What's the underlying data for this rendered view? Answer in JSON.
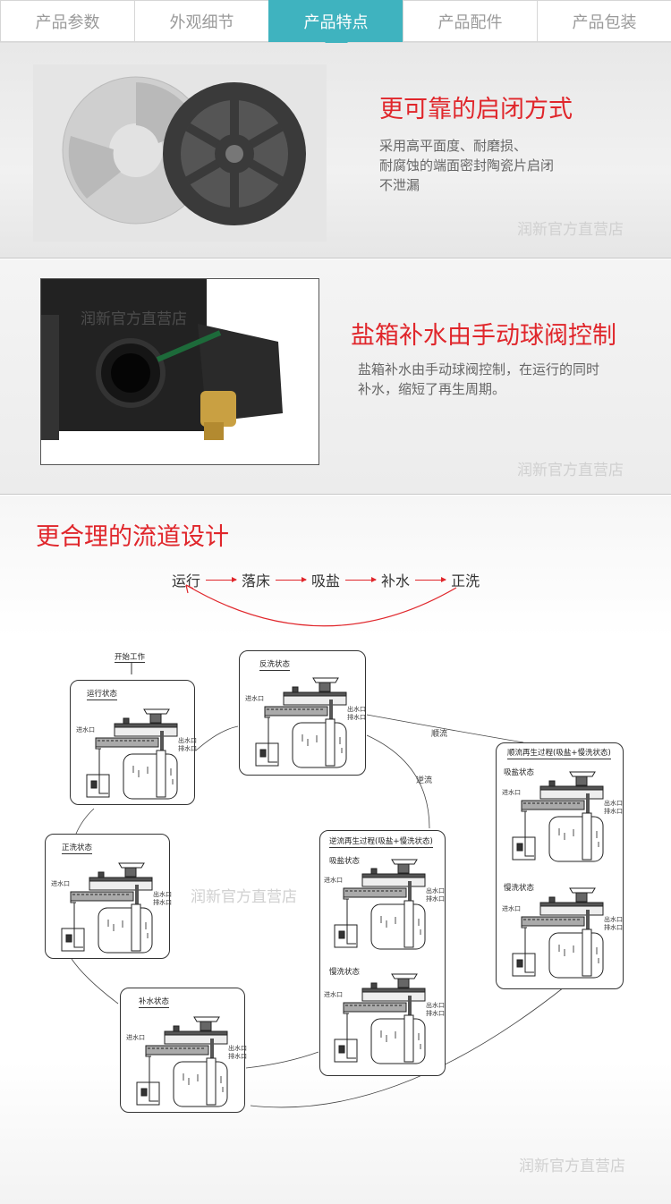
{
  "tabs": [
    "产品参数",
    "外观细节",
    "产品特点",
    "产品配件",
    "产品包装"
  ],
  "active_tab": 2,
  "watermark": "润新官方直营店",
  "section1": {
    "title": "更可靠的启闭方式",
    "lines": [
      "采用高平面度、耐磨损、",
      "耐腐蚀的端面密封陶瓷片启闭",
      "不泄漏"
    ]
  },
  "section2": {
    "title": "盐箱补水由手动球阀控制",
    "lines": [
      "盐箱补水由手动球阀控制，在运行的同时",
      "补水，缩短了再生周期。"
    ]
  },
  "section3": {
    "title": "更合理的流道设计",
    "flow": [
      "运行",
      "落床",
      "吸盐",
      "补水",
      "正洗"
    ],
    "start": "开始工作",
    "panels": {
      "run": "运行状态",
      "backwash": "反洗状态",
      "rinse": "正洗状态",
      "refill": "补水状态",
      "counter": "逆流再生过程(吸盐+慢洗状态)",
      "co": "顺流再生过程(吸盐+慢洗状态)",
      "brine": "吸盐状态",
      "slow": "慢洗状态"
    },
    "ports": {
      "in": "进水口",
      "out": "出水口",
      "drain": "排水口"
    },
    "co_label": "顺流",
    "counter_label": "逆流"
  },
  "colors": {
    "accent": "#3fb3bf",
    "title": "#e0262b"
  }
}
